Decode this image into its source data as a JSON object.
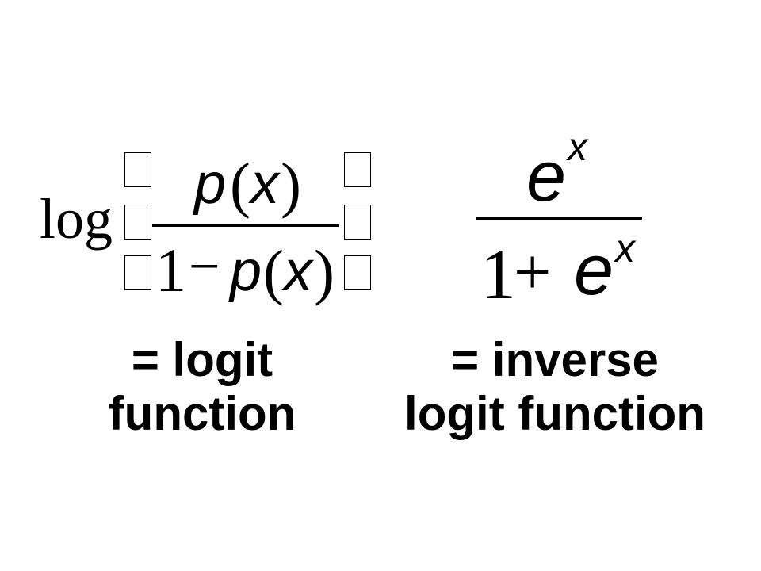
{
  "left": {
    "log_text": "log",
    "numerator": {
      "p": "p",
      "open_paren": "(",
      "x": "x",
      "close_paren": ")"
    },
    "denominator": {
      "one": "1",
      "minus": "−",
      "p": "p",
      "open_paren": "(",
      "x": "x",
      "close_paren": ")"
    },
    "caption_line1": "= logit",
    "caption_line2": "function"
  },
  "right": {
    "numerator": {
      "e": "e",
      "x": "x"
    },
    "denominator": {
      "one": "1",
      "plus": "+",
      "e": "e",
      "x": "x"
    },
    "caption_line1": "= inverse",
    "caption_line2": "logit function"
  }
}
